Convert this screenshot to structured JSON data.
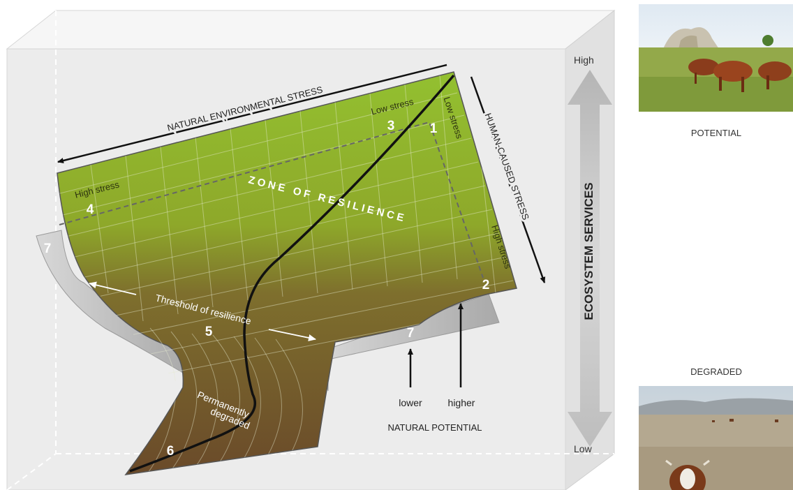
{
  "axes": {
    "natural_stress": "NATURAL ENVIRONMENTAL STRESS",
    "human_stress": "HUMAN-CAUSED STRESS",
    "ecosystem_services": "ECOSYSTEM SERVICES",
    "high": "High",
    "low": "Low",
    "natural_potential": "NATURAL POTENTIAL",
    "lower": "lower",
    "higher": "higher"
  },
  "surface": {
    "zone_label": "ZONE OF RESILIENCE",
    "threshold_label": "Threshold of resilience",
    "permanently_degraded": [
      "Permanently",
      "degraded"
    ],
    "stress_labels": {
      "low_top": "Low stress",
      "low_side": "Low stress",
      "high_left": "High stress",
      "high_right": "High stress"
    },
    "points": {
      "p1": "1",
      "p2": "2",
      "p3": "3",
      "p4": "4",
      "p5": "5",
      "p6": "6",
      "p7_left": "7",
      "p7_right": "7"
    }
  },
  "photos": {
    "potential": "POTENTIAL",
    "degraded": "DEGRADED"
  },
  "colors": {
    "green_top": "#8cb62a",
    "brown_bottom": "#6a4a2a",
    "box_gray": "#e9e9e9",
    "ledge_gray": "#b8b8b8"
  }
}
